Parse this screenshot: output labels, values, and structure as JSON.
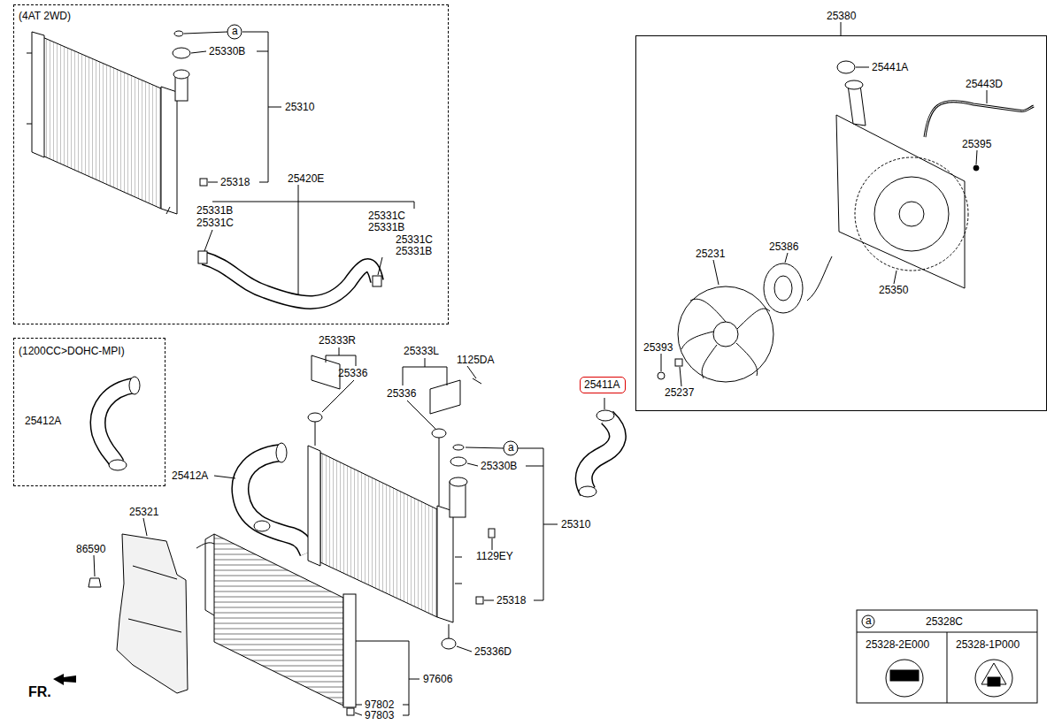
{
  "diagram": {
    "nodes": [
      {
        "text": [
          "(4AT 2WD)"
        ]
      },
      {
        "text": [
          "(1200CC>DOHC-MPI)"
        ]
      },
      {
        "text": [
          "25380"
        ]
      },
      {
        "text": [
          "25411A"
        ]
      }
    ],
    "labels": [
      "a",
      "25330B",
      "25310",
      "25318",
      "25420E",
      "25331B",
      "25331C",
      "25331C",
      "25331B",
      "25331C",
      "25331B",
      "25412A",
      "25441A",
      "25443D",
      "25395",
      "25386",
      "25231",
      "25350",
      "25393",
      "25237",
      "25333R",
      "25333L",
      "1125DA",
      "25336",
      "25336",
      "a",
      "25330B",
      "25412A",
      "25321",
      "25310",
      "86590",
      "1129EY",
      "25318",
      "25336D",
      "97606",
      "FR.",
      "97802",
      "97803",
      "a",
      "25328C",
      "25328-2E000",
      "25328-1P000"
    ]
  }
}
